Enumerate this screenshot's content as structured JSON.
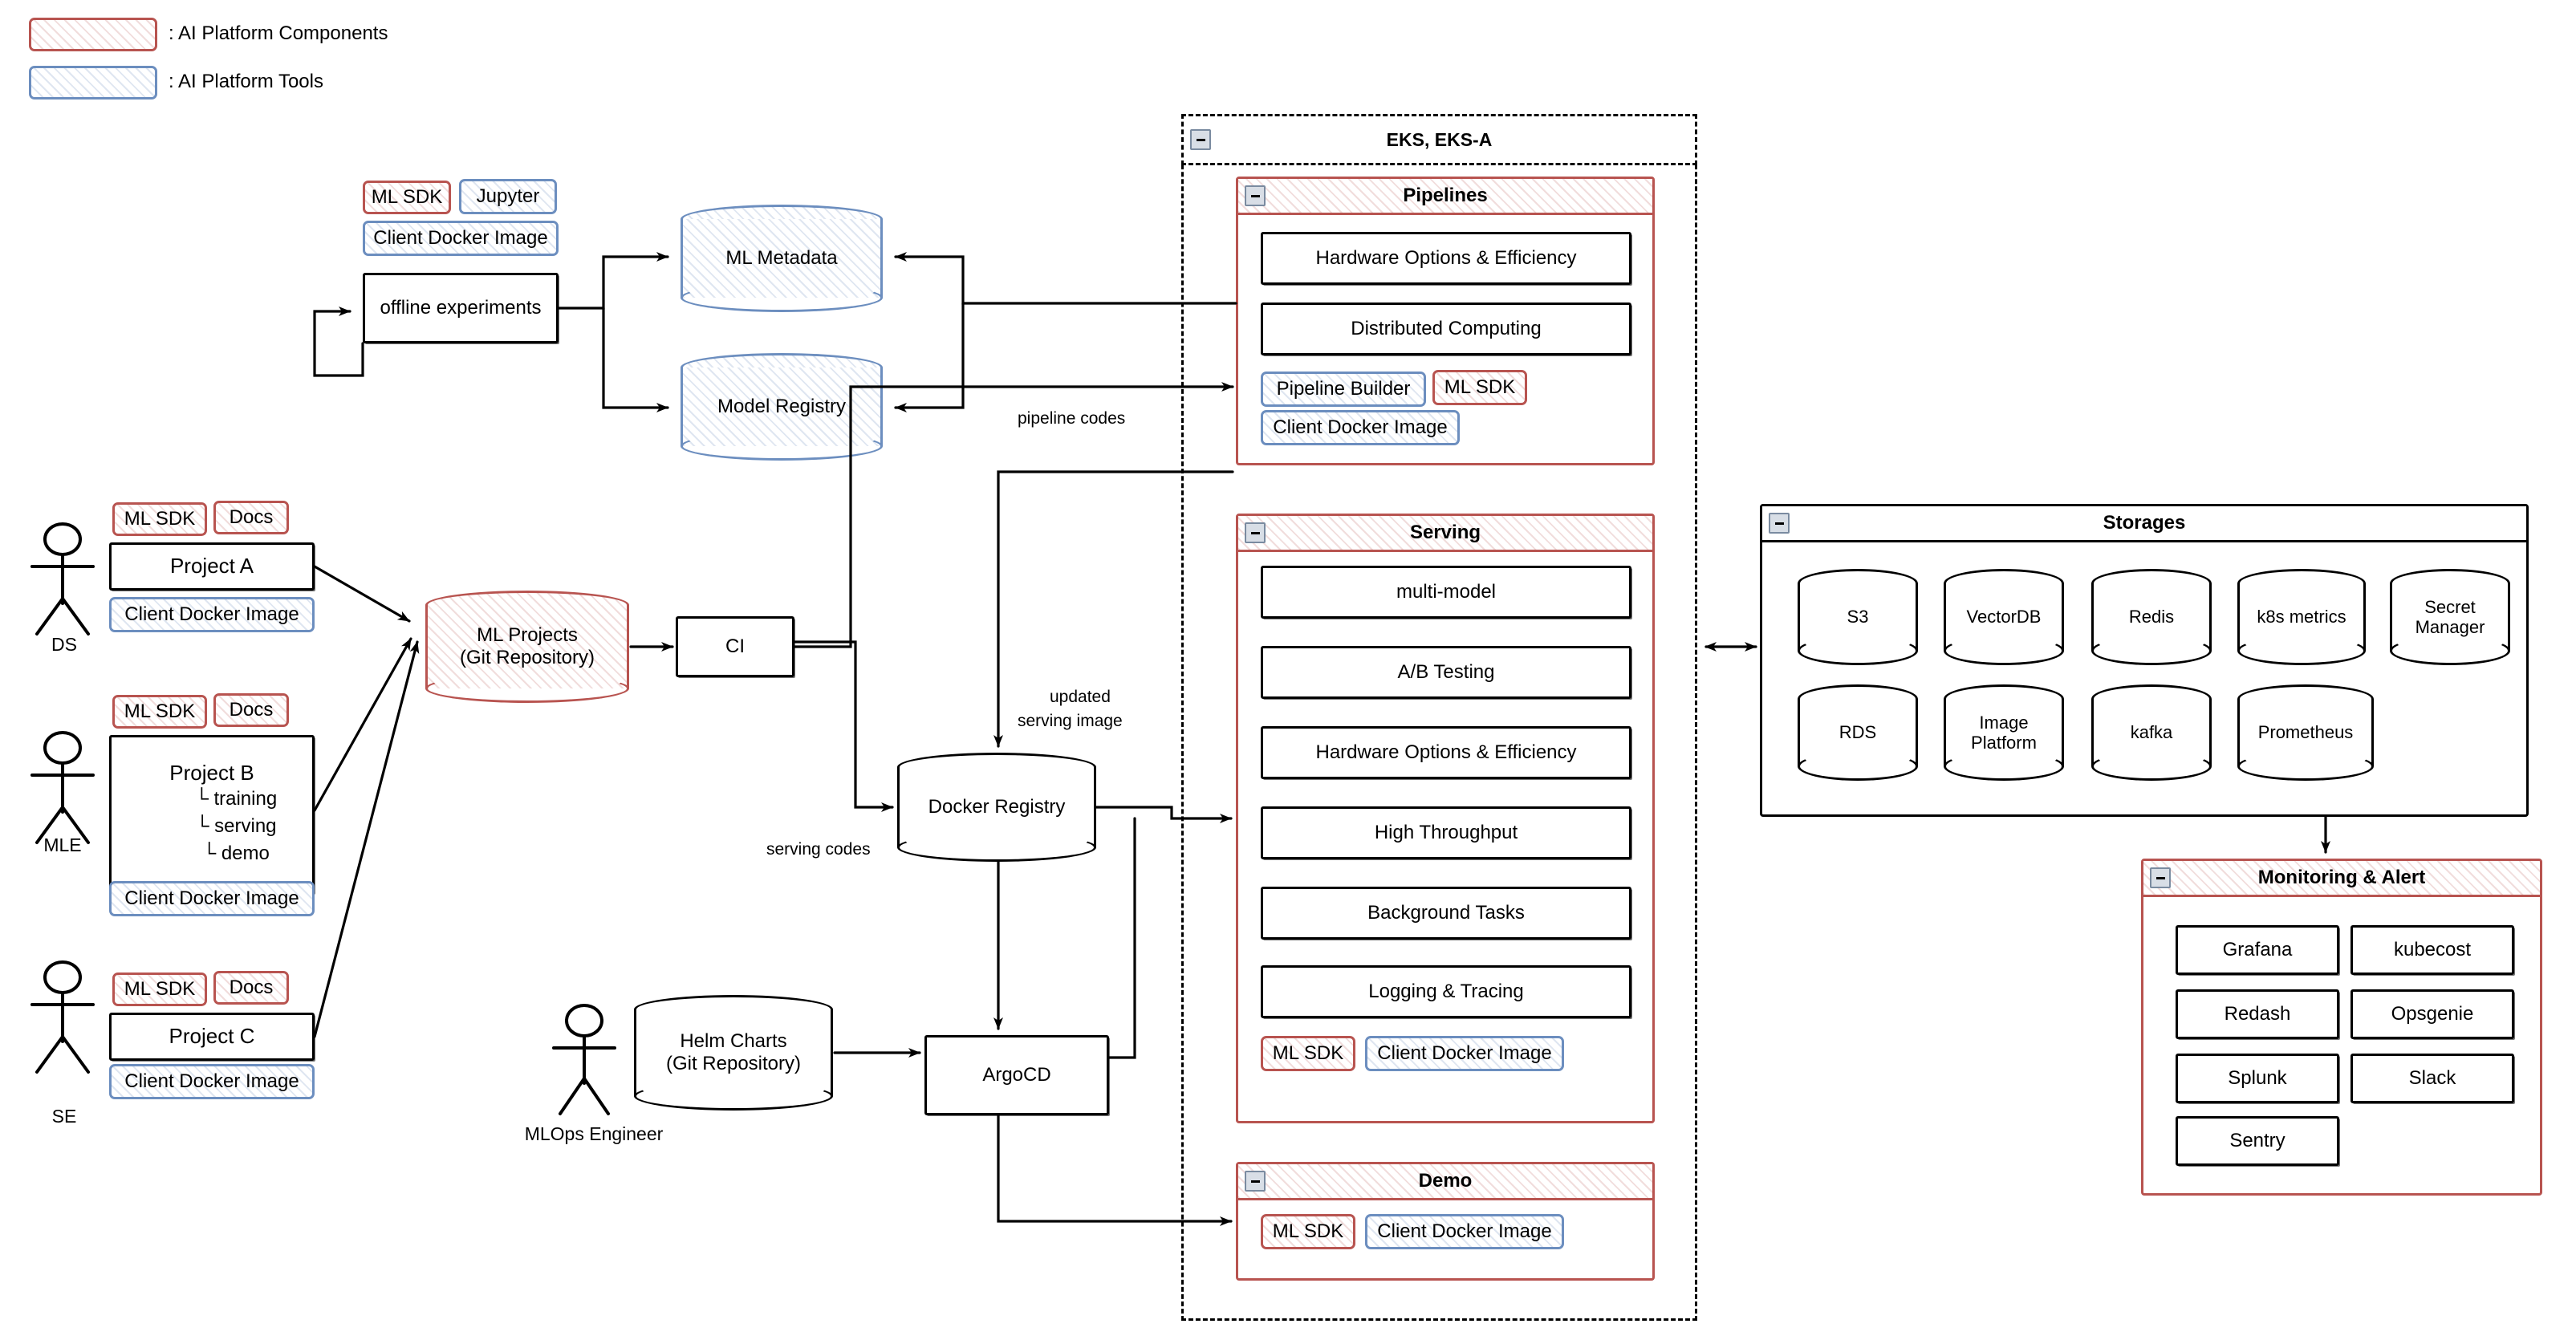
{
  "legend": [
    {
      "label": ": AI Platform Components",
      "swatch": "red"
    },
    {
      "label": ": AI Platform Tools",
      "swatch": "blue"
    }
  ],
  "colors": {
    "component_red": "#b85450",
    "tool_blue": "#6c8ebf",
    "stroke_black": "#000000",
    "collapse_fill": "#d8dee6"
  },
  "notebook_stack": {
    "ml_sdk": "ML SDK",
    "jupyter": "Jupyter",
    "client_docker_image": "Client Docker Image",
    "offline_experiments": "offline experiments"
  },
  "metadata_stores": {
    "ml_metadata": "ML Metadata",
    "model_registry": "Model Registry"
  },
  "personas": [
    {
      "role": "DS",
      "ml_sdk": "ML SDK",
      "docs": "Docs",
      "project": "Project A",
      "client_docker_image": "Client Docker Image"
    },
    {
      "role": "MLE",
      "ml_sdk": "ML SDK",
      "docs": "Docs",
      "project": "Project B",
      "project_children": [
        "└  training",
        "└  serving",
        "└  demo"
      ],
      "client_docker_image": "Client Docker Image"
    },
    {
      "role": "SE",
      "ml_sdk": "ML SDK",
      "docs": "Docs",
      "project": "Project C",
      "client_docker_image": "Client Docker Image"
    }
  ],
  "pipeline_nodes": {
    "ml_projects": "ML Projects\n(Git Repository)",
    "ml_projects_line1": "ML Projects",
    "ml_projects_line2": "(Git Repository)",
    "ci": "CI",
    "docker_registry": "Docker Registry",
    "helm_charts_line1": "Helm Charts",
    "helm_charts_line2": "(Git Repository)",
    "argocd": "ArgoCD",
    "mlops_engineer": "MLOps Engineer"
  },
  "edge_labels": {
    "pipeline_codes": "pipeline codes",
    "updated_serving_image_line1": "updated",
    "updated_serving_image_line2": "serving image",
    "serving_codes": "serving codes"
  },
  "eks": {
    "title": "EKS, EKS-A",
    "pipelines": {
      "title": "Pipelines",
      "items": [
        "Hardware Options & Efficiency",
        "Distributed Computing"
      ],
      "tools": [
        "Pipeline Builder"
      ],
      "components": [
        "ML SDK"
      ],
      "client_docker_image": "Client Docker Image"
    },
    "serving": {
      "title": "Serving",
      "items": [
        "multi-model",
        "A/B Testing",
        "Hardware Options & Efficiency",
        "High Throughput",
        "Background Tasks",
        "Logging & Tracing"
      ],
      "ml_sdk": "ML SDK",
      "client_docker_image": "Client Docker Image"
    },
    "demo": {
      "title": "Demo",
      "ml_sdk": "ML SDK",
      "client_docker_image": "Client Docker Image"
    }
  },
  "storages": {
    "title": "Storages",
    "row1": [
      "S3",
      "VectorDB",
      "Redis",
      "k8s metrics",
      "Secret\nManager"
    ],
    "row2": [
      "RDS",
      "Image\nPlatform",
      "kafka",
      "Prometheus"
    ],
    "secret_manager_line1": "Secret",
    "secret_manager_line2": "Manager",
    "image_platform_line1": "Image",
    "image_platform_line2": "Platform"
  },
  "monitoring": {
    "title": "Monitoring & Alert",
    "left_column": [
      "Grafana",
      "Redash",
      "Splunk",
      "Sentry"
    ],
    "right_column": [
      "kubecost",
      "Opsgenie",
      "Slack"
    ]
  }
}
